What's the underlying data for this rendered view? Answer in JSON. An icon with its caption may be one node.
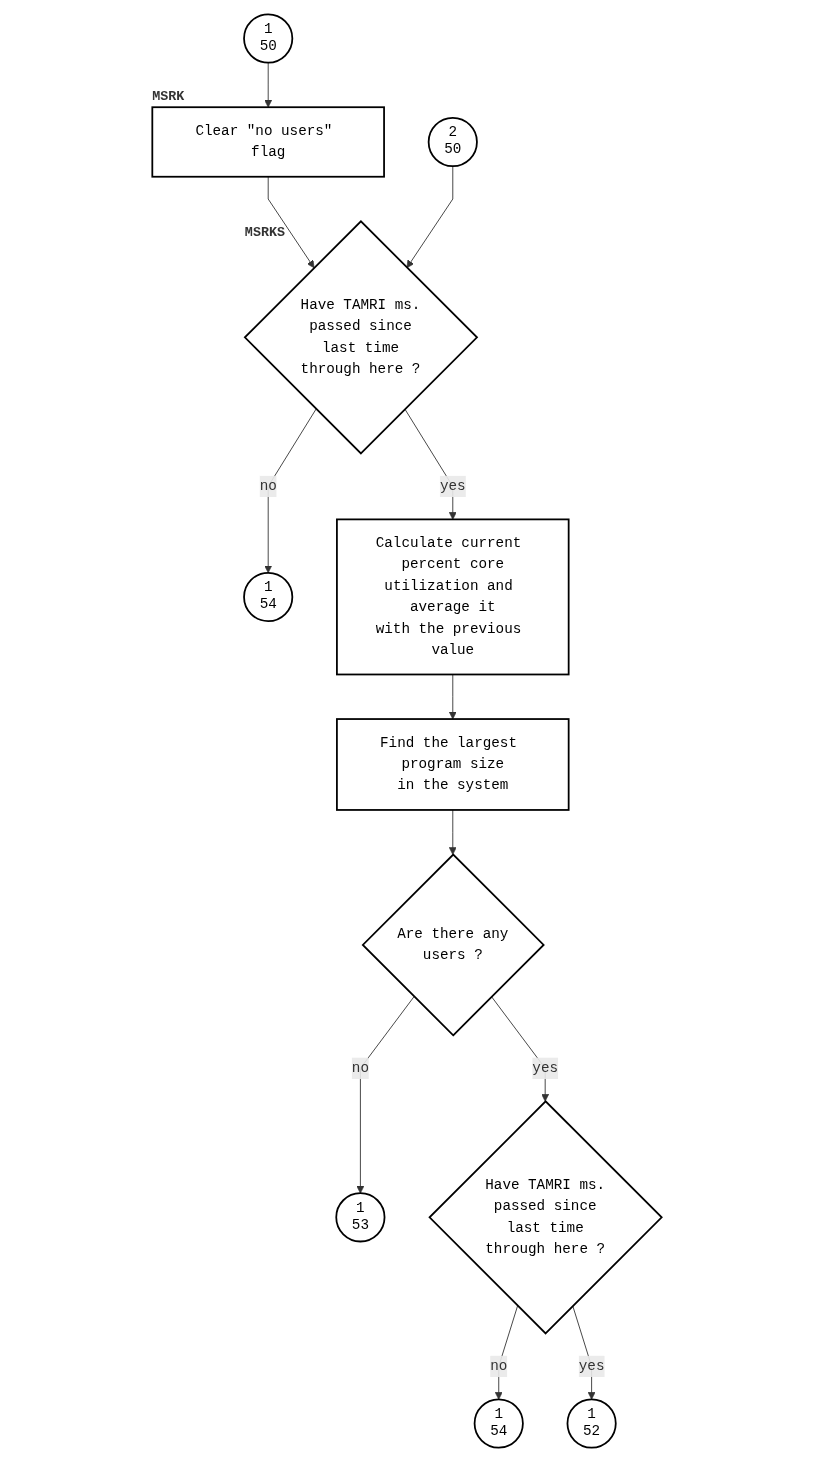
{
  "diagram": {
    "nodes": [
      {
        "text": [
          "1",
          "50"
        ]
      },
      {
        "text": [
          "Clear \"no users\" flag"
        ],
        "beside": [
          "MSRK"
        ]
      },
      {
        "text": [
          "2",
          "50"
        ]
      },
      {
        "text": [
          "Have TAMRI ms. passed since last time through here ?"
        ],
        "beside": [
          "MSRKS"
        ]
      },
      {
        "text": [
          "1",
          "54"
        ]
      },
      {
        "text": [
          "Calculate current percent core utilization and average it with the previous value"
        ]
      },
      {
        "text": [
          "Find the largest program size in the system"
        ]
      },
      {
        "text": [
          "Are there any users ?"
        ]
      },
      {
        "text": [
          "1",
          "53"
        ]
      },
      {
        "text": [
          "Have TAMRI ms. passed since last time through here ?"
        ]
      },
      {
        "text": [
          "1",
          "54"
        ]
      },
      {
        "text": [
          "1",
          "52"
        ]
      }
    ],
    "edges": [
      {
        "from": 0,
        "to": 1,
        "arrow": "to"
      },
      {
        "from": 1,
        "to": 3,
        "arrow": "to"
      },
      {
        "from": 2,
        "to": 3,
        "arrow": "to"
      },
      {
        "from": 3,
        "to": 4,
        "arrow": "to",
        "label": "no"
      },
      {
        "from": 3,
        "to": 5,
        "arrow": "to",
        "label": "yes"
      },
      {
        "from": 5,
        "to": 6,
        "arrow": "to"
      },
      {
        "from": 6,
        "to": 7,
        "arrow": "to"
      },
      {
        "from": 7,
        "to": 8,
        "arrow": "to",
        "label": "no"
      },
      {
        "from": 7,
        "to": 9,
        "arrow": "to",
        "label": "yes"
      },
      {
        "from": 9,
        "to": 10,
        "arrow": "to",
        "label": "no"
      },
      {
        "from": 9,
        "to": 11,
        "arrow": "to",
        "label": "yes"
      }
    ]
  }
}
